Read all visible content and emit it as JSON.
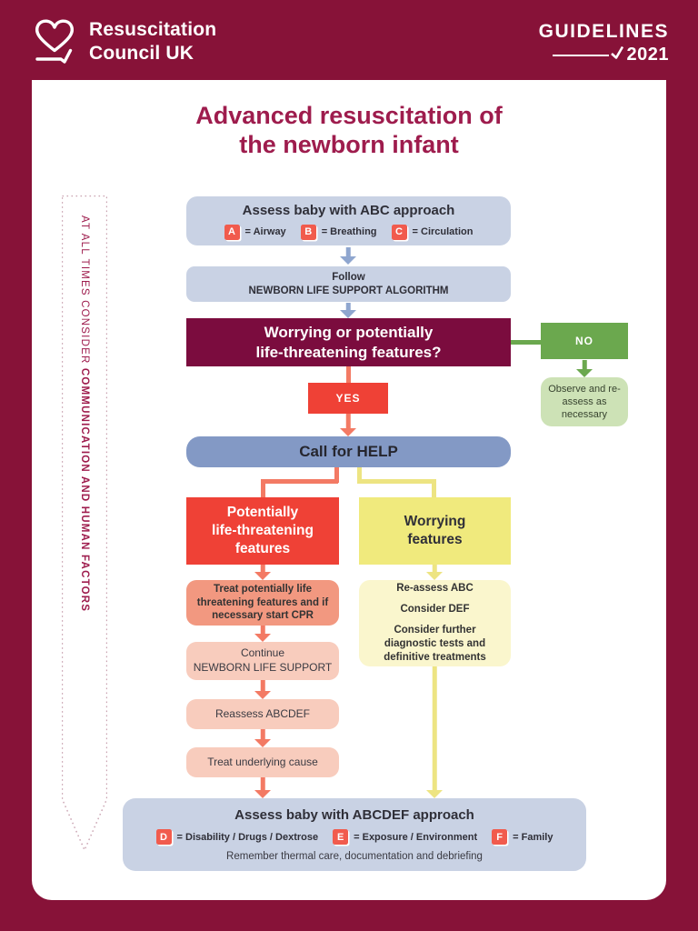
{
  "header": {
    "logo_line1": "Resuscitation",
    "logo_line2": "Council UK",
    "guidelines_word": "GUIDELINES",
    "guidelines_year": "2021"
  },
  "title": {
    "line1": "Advanced resuscitation of",
    "line2": "the newborn infant"
  },
  "sidebar": {
    "text_regular": "AT ALL TIMES CONSIDER ",
    "text_bold": "COMMUNICATION AND HUMAN FACTORS"
  },
  "flow": {
    "abc_box": {
      "title": "Assess baby with ABC approach",
      "badges": [
        {
          "letter": "A",
          "label": "= Airway"
        },
        {
          "letter": "B",
          "label": "= Breathing"
        },
        {
          "letter": "C",
          "label": "= Circulation"
        }
      ]
    },
    "follow_box": {
      "line1": "Follow",
      "line2": "NEWBORN LIFE SUPPORT ALGORITHM"
    },
    "question_box": {
      "line1": "Worrying or potentially",
      "line2": "life-threatening features?"
    },
    "yes_label": "YES",
    "no_label": "NO",
    "observe_box": "Observe and re-assess as necessary",
    "call_help": "Call for HELP",
    "left_branch": {
      "header_line1": "Potentially",
      "header_line2": "life-threatening",
      "header_line3": "features",
      "treat_box": "Treat potentially life threatening features and if necessary start CPR",
      "continue_line1": "Continue",
      "continue_line2": "NEWBORN LIFE SUPPORT",
      "reassess_box": "Reassess ABCDEF",
      "underlying_box": "Treat underlying cause"
    },
    "right_branch": {
      "header_line1": "Worrying",
      "header_line2": "features",
      "item1": "Re-assess ABC",
      "item2": "Consider DEF",
      "item3": "Consider further diagnostic tests and definitive treatments"
    },
    "abcdef_box": {
      "title": "Assess baby with ABCDEF approach",
      "badges": [
        {
          "letter": "D",
          "label": "= Disability / Drugs / Dextrose"
        },
        {
          "letter": "E",
          "label": "= Exposure / Environment"
        },
        {
          "letter": "F",
          "label": "=  Family"
        }
      ],
      "footer": "Remember thermal care, documentation and debriefing"
    }
  },
  "colors": {
    "page_bg": "#871238",
    "card_bg": "#ffffff",
    "title_text": "#9E1C4D",
    "box_blue": "#C9D2E4",
    "call_blue": "#8399C5",
    "arrow_blue": "#8FA6CF",
    "question_bg": "#7B0C3E",
    "red": "#EF4136",
    "arrow_red": "#F37A64",
    "salmon": "#F29880",
    "pink": "#F8CCBD",
    "yellow": "#F0EA7D",
    "light_yellow": "#FAF6CD",
    "arrow_yellow": "#EDE482",
    "green": "#6BA84E",
    "light_green": "#CDE2B6",
    "badge_red": "#F15B4D",
    "dark_text": "#2F2F38",
    "sidebar_text": "#9E1C4D",
    "sidebar_dot": "#C9A2B0"
  }
}
